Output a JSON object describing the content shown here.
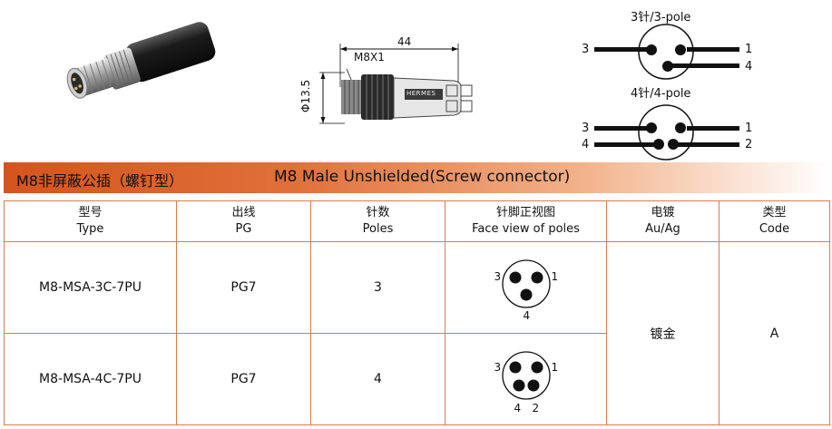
{
  "drawing": {
    "length": "44",
    "thread": "M8X1",
    "diameter": "Φ13.5",
    "brand_mark": "HERMES"
  },
  "pinouts": {
    "three": {
      "title": "3针/3-pole",
      "pins": [
        "3",
        "1",
        "4"
      ]
    },
    "four": {
      "title": "4针/4-pole",
      "pins": [
        "3",
        "1",
        "4",
        "2"
      ]
    }
  },
  "section": {
    "title_cn": "M8非屏蔽公插（螺钉型）",
    "title_en": "M8 Male Unshielded(Screw connector)"
  },
  "table": {
    "headers": [
      {
        "cn": "型号",
        "en": "Type"
      },
      {
        "cn": "出线",
        "en": "PG"
      },
      {
        "cn": "针数",
        "en": "Poles"
      },
      {
        "cn": "针脚正视图",
        "en": "Face view of poles"
      },
      {
        "cn": "电镀",
        "en": "Au/Ag"
      },
      {
        "cn": "类型",
        "en": "Code"
      }
    ],
    "rows": [
      {
        "type": "M8-MSA-3C-7PU",
        "pg": "PG7",
        "poles": "3",
        "face_labels": [
          "3",
          "1",
          "4"
        ]
      },
      {
        "type": "M8-MSA-4C-7PU",
        "pg": "PG7",
        "poles": "4",
        "face_labels": [
          "3",
          "1",
          "4",
          "2"
        ]
      }
    ],
    "plating": "镀金",
    "code": "A"
  }
}
